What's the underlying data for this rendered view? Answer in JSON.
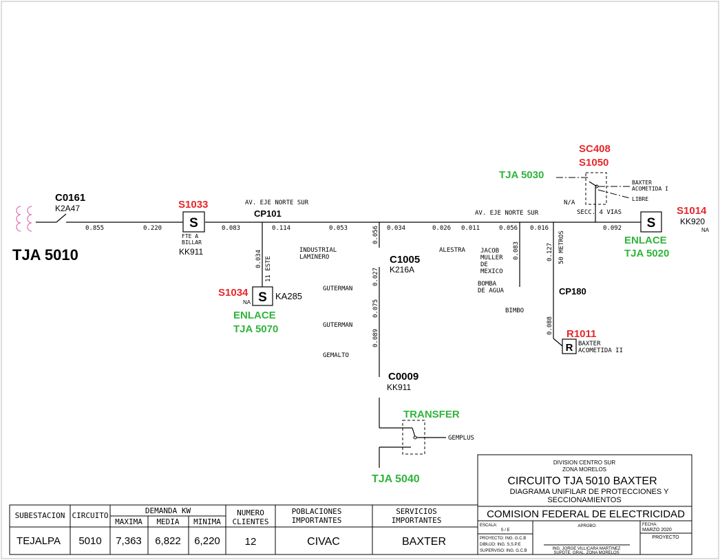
{
  "substation": {
    "name": "TJA 5010"
  },
  "nodes": {
    "c0161": {
      "id": "C0161",
      "code": "K2A47"
    },
    "s1033": {
      "id": "S1033",
      "letter": "S",
      "note1": "FTE A",
      "note2": "BILLAR",
      "code": "KK911"
    },
    "cp101": {
      "id": "CP101"
    },
    "street_main": "AV. EJE NORTE SUR",
    "street_right": "AV. EJE NORTE SUR",
    "s1034": {
      "id": "S1034",
      "na": "NA",
      "letter": "S",
      "code": "KA285"
    },
    "enlace5070": {
      "line1": "ENLACE",
      "line2": "TJA 5070"
    },
    "eleven_este": "11 ESTE",
    "c1005": {
      "id": "C1005",
      "code": "K216A"
    },
    "c0009": {
      "id": "C0009",
      "code": "KK911"
    },
    "transfer": {
      "label": "TRANSFER",
      "load": "GEMPLUS"
    },
    "tja5040": "TJA 5040",
    "s1014": {
      "id": "S1014",
      "code": "KK920",
      "na": "NA",
      "letter": "S"
    },
    "enlace5020": {
      "line1": "ENLACE",
      "line2": "TJA 5020"
    },
    "sc408": {
      "id1": "SC408",
      "id2": "S1050",
      "na": "N/A",
      "secc": "SECC. 4 VIAS",
      "out1a": "BAXTER",
      "out1b": "ACOMETIDA I",
      "out2": "LIBRE"
    },
    "tja5030": "TJA 5030",
    "cp180": {
      "id": "CP180"
    },
    "r1011": {
      "id": "R1011",
      "letter": "R",
      "label1": "BAXTER",
      "label2": "ACOMETIDA II"
    },
    "metros": "50 METROS"
  },
  "distances": {
    "d1": "0.855",
    "d2": "0.220",
    "d3": "0.083",
    "d4": "0.114",
    "d5": "0.053",
    "d6": "0.034",
    "d7": "0.026",
    "d8": "0.011",
    "d9": "0.056",
    "d10": "0.016",
    "d11": "0.092",
    "v1": "0.056",
    "v2": "0.034",
    "v3": "0.027",
    "v4": "0.075",
    "v5": "0.089",
    "v6": "0.083",
    "v7": "0.127",
    "v8": "0.088"
  },
  "loads": {
    "industrial1": "INDUSTRIAL",
    "industrial2": "LAMINERO",
    "guterman1": "GUTERMAN",
    "guterman2": "GUTERMAN",
    "gemalto": "GEMALTO",
    "alestra": "ALESTRA",
    "jacob1": "JACOB",
    "jacob2": "MULLER",
    "jacob3": "DE",
    "jacob4": "MEXICO",
    "bomba1": "BOMBA",
    "bomba2": "DE AGUA",
    "bimbo": "BIMBO"
  },
  "title_block": {
    "division": "DIVISION CENTRO SUR",
    "zona": "ZONA MORELOS",
    "circuit_title": "CIRCUITO TJA 5010 BAXTER",
    "subtitle1": "DIAGRAMA UNIFILAR DE PROTECCIONES Y",
    "subtitle2": "SECCIONAMIENTOS",
    "company": "COMISION FEDERAL DE ELECTRICIDAD",
    "escala_label": "ESCALA:",
    "escala_value": "S / E",
    "aprobo_label": "APROBO:",
    "fecha_label": "FECHA:",
    "fecha_value": "MARZO 2020",
    "proyecto_label": "PROYECTO",
    "proyecto_line": "PROYECTO: ING. G.C.B",
    "dibujo_line": "DIBUJO:   ING. S.S.P.E",
    "superviso_line": "SUPERVISO: ING. G.C.B",
    "engineer1": "ING. JORGE VILLICARA MARTINEZ",
    "engineer2": "SUPDTE. GRAL. ZONA MORELOS"
  },
  "table": {
    "headers": {
      "subestacion": "SUBESTACION",
      "circuito": "CIRCUITO",
      "demanda": "DEMANDA KW",
      "maxima": "MAXIMA",
      "media": "MEDIA",
      "minima": "MINIMA",
      "numero1": "NUMERO",
      "numero2": "CLIENTES",
      "poblaciones1": "POBLACIONES",
      "poblaciones2": "IMPORTANTES",
      "servicios1": "SERVICIOS",
      "servicios2": "IMPORTANTES"
    },
    "row": {
      "subestacion": "TEJALPA",
      "circuito": "5010",
      "maxima": "7,363",
      "media": "6,822",
      "minima": "6,220",
      "clientes": "12",
      "poblaciones": "CIVAC",
      "servicios": "BAXTER"
    }
  },
  "colors": {
    "red": "#e8262a",
    "green": "#2fb43a"
  }
}
